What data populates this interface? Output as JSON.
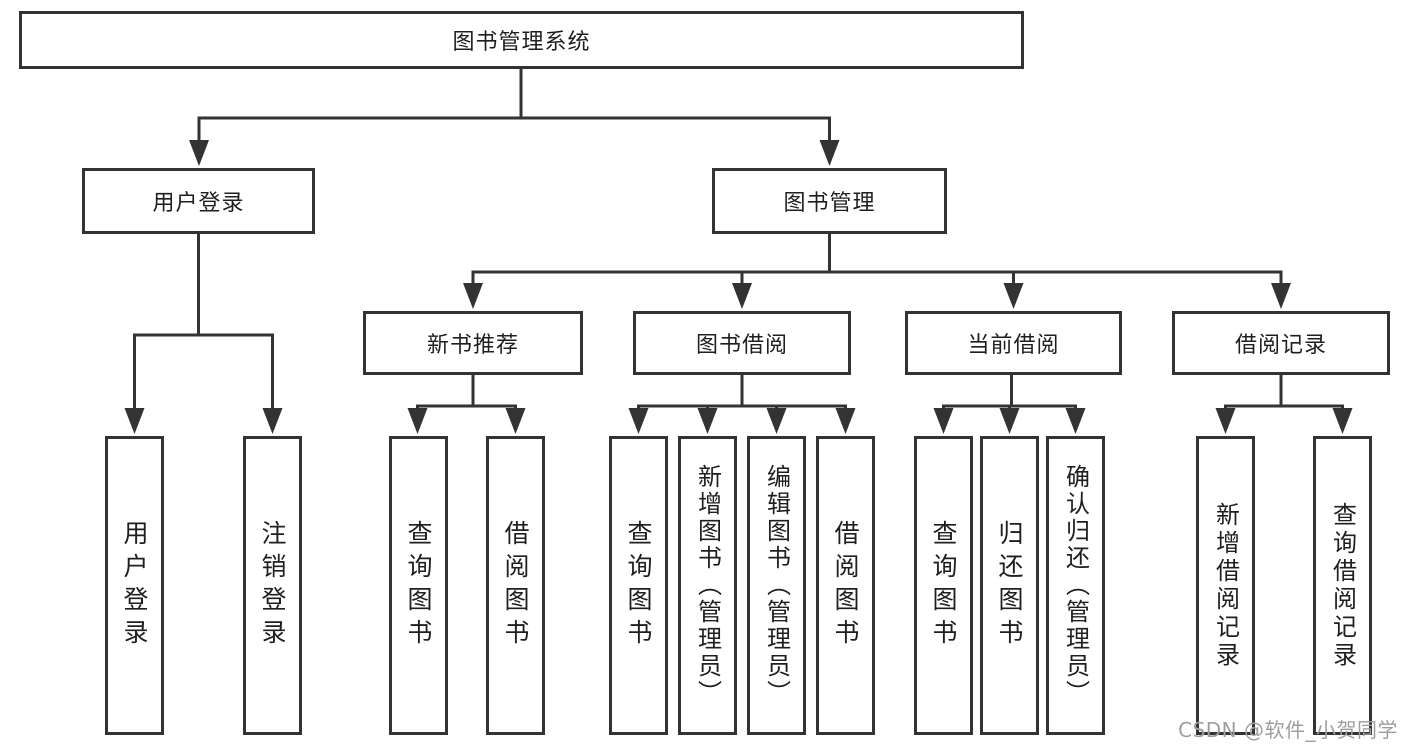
{
  "diagram": {
    "root": {
      "label": "图书管理系统"
    },
    "level2": [
      {
        "label": "用户登录"
      },
      {
        "label": "图书管理"
      }
    ],
    "level3": [
      {
        "label": "新书推荐"
      },
      {
        "label": "图书借阅"
      },
      {
        "label": "当前借阅"
      },
      {
        "label": "借阅记录"
      }
    ],
    "leaves": {
      "user_login": [
        "用户登录",
        "注销登录"
      ],
      "new_books": [
        "查询图书",
        "借阅图书"
      ],
      "book_borrow": [
        "查询图书",
        "新增图书（管理员）",
        "编辑图书（管理员）",
        "借阅图书"
      ],
      "current_borrow": [
        "查询图书",
        "归还图书",
        "确认归还（管理员）"
      ],
      "borrow_records": [
        "新增借阅记录",
        "查询借阅记录"
      ]
    }
  },
  "watermark": {
    "text": "CSDN @软件_小贺同学"
  },
  "colors": {
    "border": "#333333",
    "line": "#333333",
    "text": "#1f1f1f",
    "background": "#ffffff",
    "watermark": "#9e9e9e"
  }
}
